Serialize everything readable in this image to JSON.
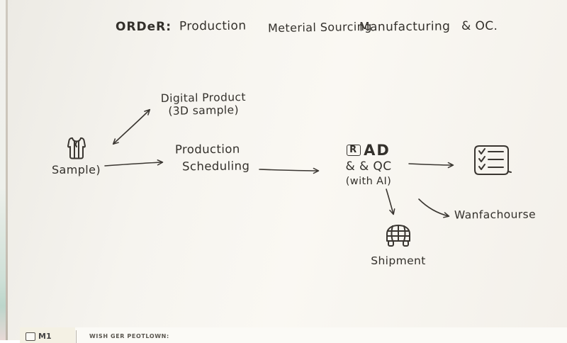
{
  "header": {
    "order_label": "ORDeR:",
    "steps": [
      "Production",
      "Meterial Sourcing",
      "Manufacturing",
      "& OC."
    ]
  },
  "diagram": {
    "digital_product": {
      "line1": "Digital Product",
      "line2": "(3D sample)"
    },
    "sample": {
      "label": "Sample)",
      "icon": "garment-icon"
    },
    "production_scheduling": {
      "line1": "Production",
      "line2": "Scheduling"
    },
    "rd_qc": {
      "badge": "R",
      "line1": "AD",
      "line2": "& & QC",
      "line3": "(with AI)"
    },
    "checklist": {
      "icon": "checklist-icon"
    },
    "shipment": {
      "label": "Shipment",
      "icon": "delivery-van-icon"
    },
    "warehouse": {
      "label": "Wanfachourse"
    }
  },
  "bottom_bar": {
    "badge": "M1",
    "note": "WISH GER PEOTLOWN:"
  },
  "colors": {
    "ink": "#33302b",
    "background": "#f6f3ee",
    "board_edge": "#c3bcb1"
  }
}
